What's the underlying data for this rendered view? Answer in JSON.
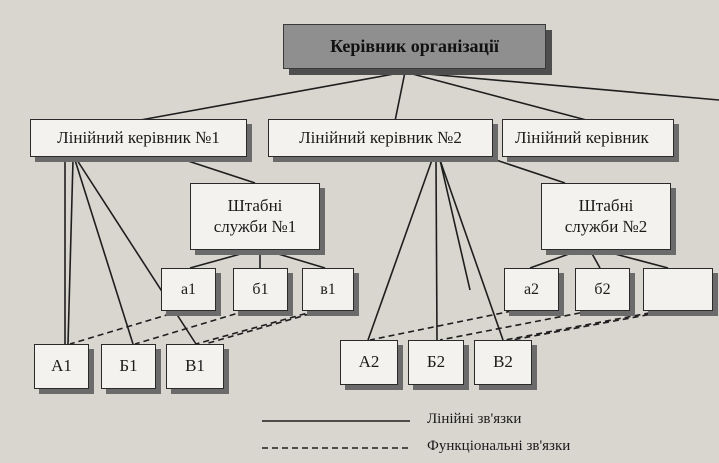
{
  "diagram": {
    "top": "Керівник організації",
    "line_managers": [
      "Лінійний керівник №1",
      "Лінійний керівник №2",
      "Лінійний керівник"
    ],
    "staff_services": [
      {
        "line1": "Штабні",
        "line2": "служби №1"
      },
      {
        "line1": "Штабні",
        "line2": "служби №2"
      }
    ],
    "staff_units_1": [
      "а1",
      "б1",
      "в1"
    ],
    "staff_units_2": [
      "а2",
      "б2",
      ""
    ],
    "line_units_1": [
      "А1",
      "Б1",
      "В1"
    ],
    "line_units_2": [
      "А2",
      "Б2",
      "В2"
    ]
  },
  "legend": {
    "linear": "Лінійні зв'язки",
    "functional": "Функціональні зв'язки"
  }
}
